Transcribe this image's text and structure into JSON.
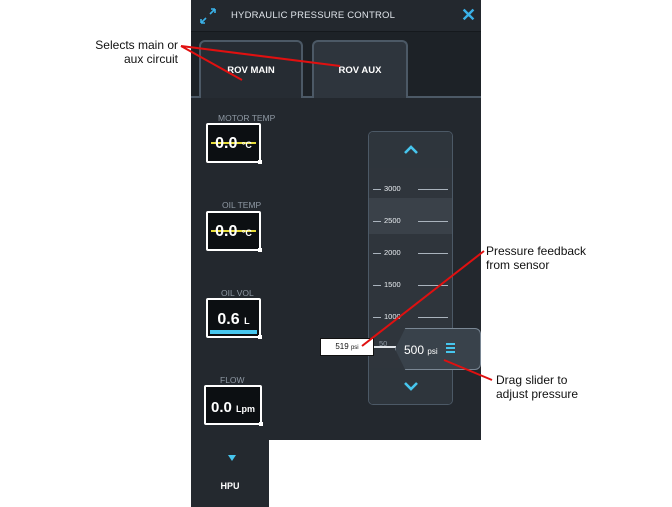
{
  "window": {
    "title": "HYDRAULIC PRESSURE CONTROL",
    "expand_icon": "expand-arrows-icon",
    "close_icon": "close-icon"
  },
  "tabs": [
    {
      "label": "ROV MAIN",
      "active": false
    },
    {
      "label": "ROV AUX",
      "active": true
    }
  ],
  "gauges": {
    "motor_temp": {
      "label": "MOTOR TEMP",
      "value": "0.0",
      "unit": "°C"
    },
    "oil_temp": {
      "label": "OIL TEMP",
      "value": "0.0",
      "unit": "°C"
    },
    "oil_vol": {
      "label": "OIL VOL",
      "value": "0.6",
      "unit": "L"
    },
    "flow": {
      "label": "FLOW",
      "value": "0.0",
      "unit": "Lpm"
    }
  },
  "slider": {
    "scale": [
      "3000",
      "2500",
      "2000",
      "1500",
      "1000"
    ],
    "partial_tick": "50",
    "setpoint_value": "500",
    "setpoint_unit": "psi",
    "feedback_value": "519",
    "feedback_unit": "psi",
    "up_icon": "chevron-up-icon",
    "down_icon": "chevron-down-icon",
    "handle_icon": "menu-icon"
  },
  "bottom_tab": {
    "label": "HPU",
    "icon": "triangle-down-icon"
  },
  "annotations": {
    "tabs_note_line1": "Selects main or",
    "tabs_note_line2": "aux circuit",
    "feedback_note_line1": "Pressure feedback",
    "feedback_note_line2": "from sensor",
    "slider_note_line1": "Drag slider to",
    "slider_note_line2": "adjust pressure"
  },
  "colors": {
    "accent": "#3ab1e8",
    "panel": "#23282e",
    "temp_line": "#e8dd3a",
    "annotation_line": "#e01010"
  }
}
